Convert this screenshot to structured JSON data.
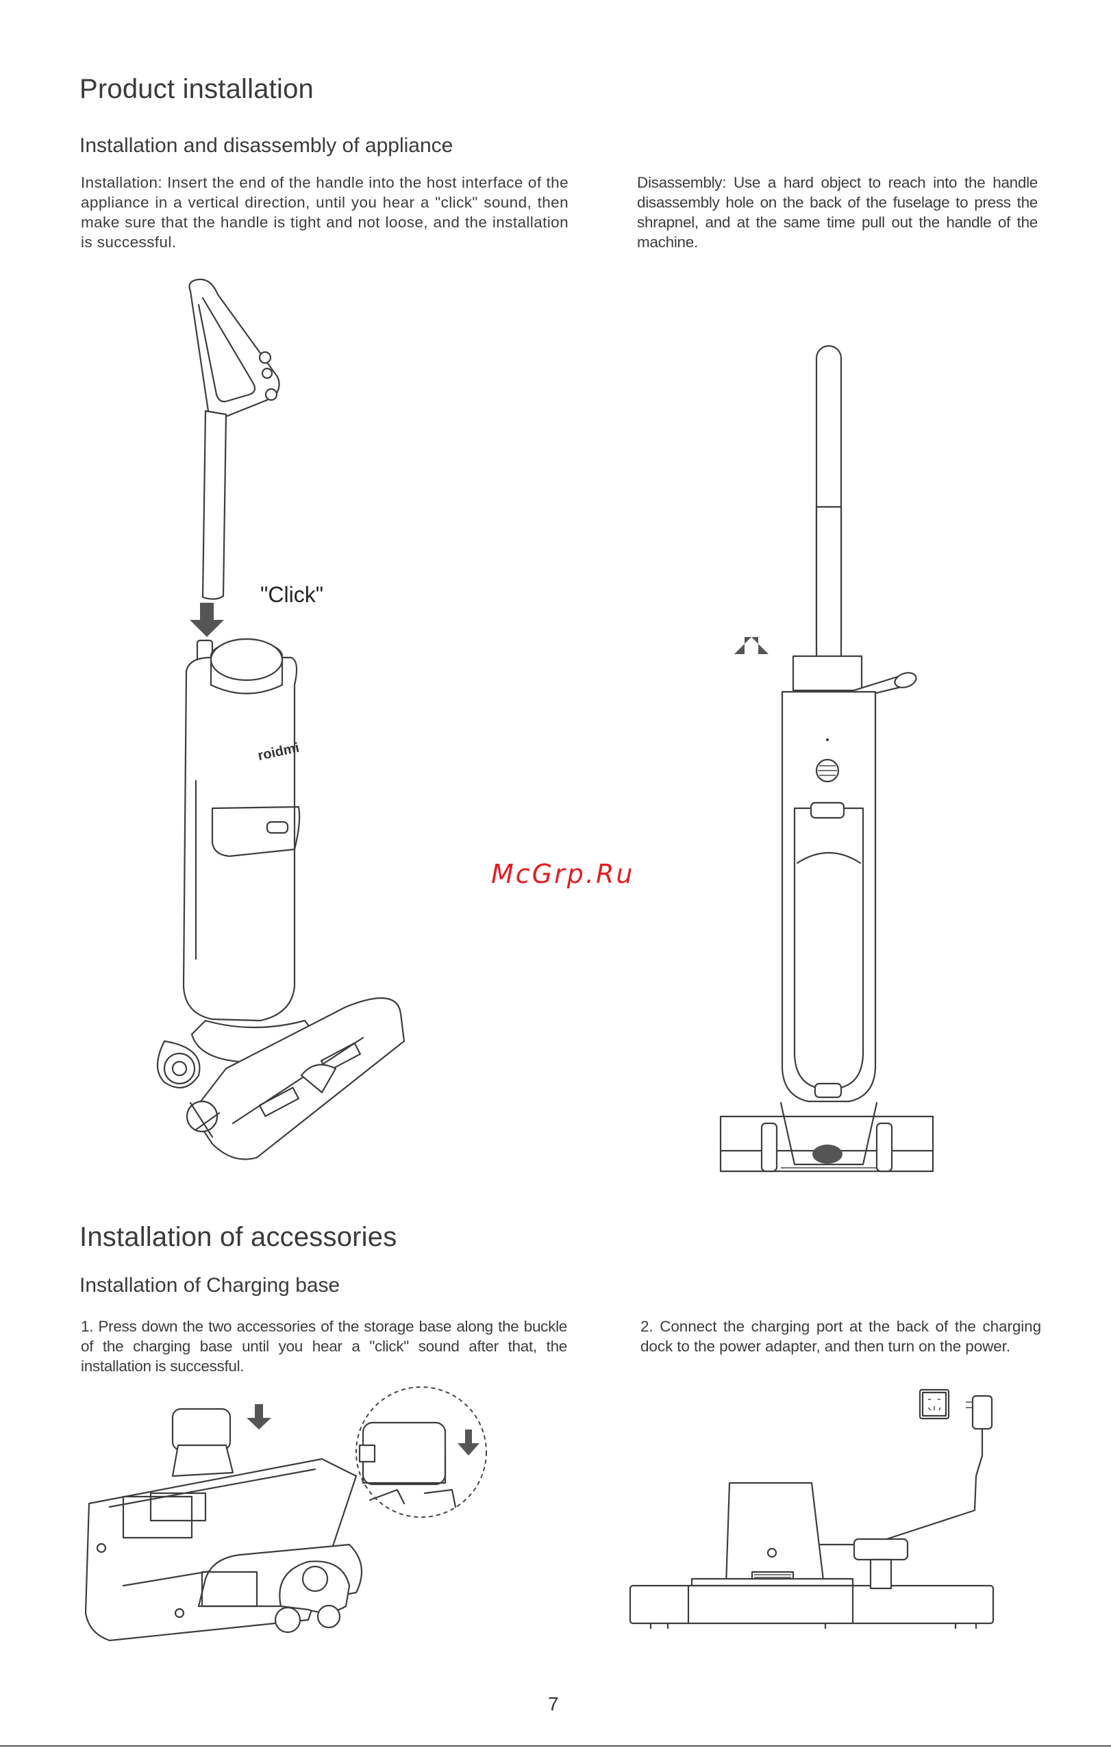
{
  "section1": {
    "title": "Product installation",
    "subtitle": "Installation and disassembly of appliance",
    "install_text": "Installation: Insert the end of the handle into the host interface of the appliance in a vertical direction, until you hear a \"click\" sound, then make sure that the handle is tight and not loose, and the installation is successful.",
    "disassembly_text": "Disassembly: Use a hard object to reach into the handle disassembly hole on the back of the fuselage to press the shrapnel, and at the same time pull out the handle of the machine.",
    "click_label": "\"Click\"",
    "brand_logo": "roidmi"
  },
  "section2": {
    "title": "Installation of accessories",
    "subtitle": "Installation of Charging base",
    "step1_text": "1. Press down the two accessories of the storage base along the buckle of the charging  base until you hear a \"click\" sound after that, the installation is successful.",
    "step2_text": "2. Connect the charging port at the back of the charging dock to the power adapter, and then turn on the power."
  },
  "watermark": "McGrp.Ru",
  "page_number": "7",
  "icons": [
    "arrow-down-icon",
    "arrow-up-icon",
    "power-socket-icon",
    "power-adapter-icon"
  ],
  "colors": {
    "text": "#3c3c3c",
    "watermark": "#e21f1f",
    "arrow": "#4a4a4a"
  }
}
